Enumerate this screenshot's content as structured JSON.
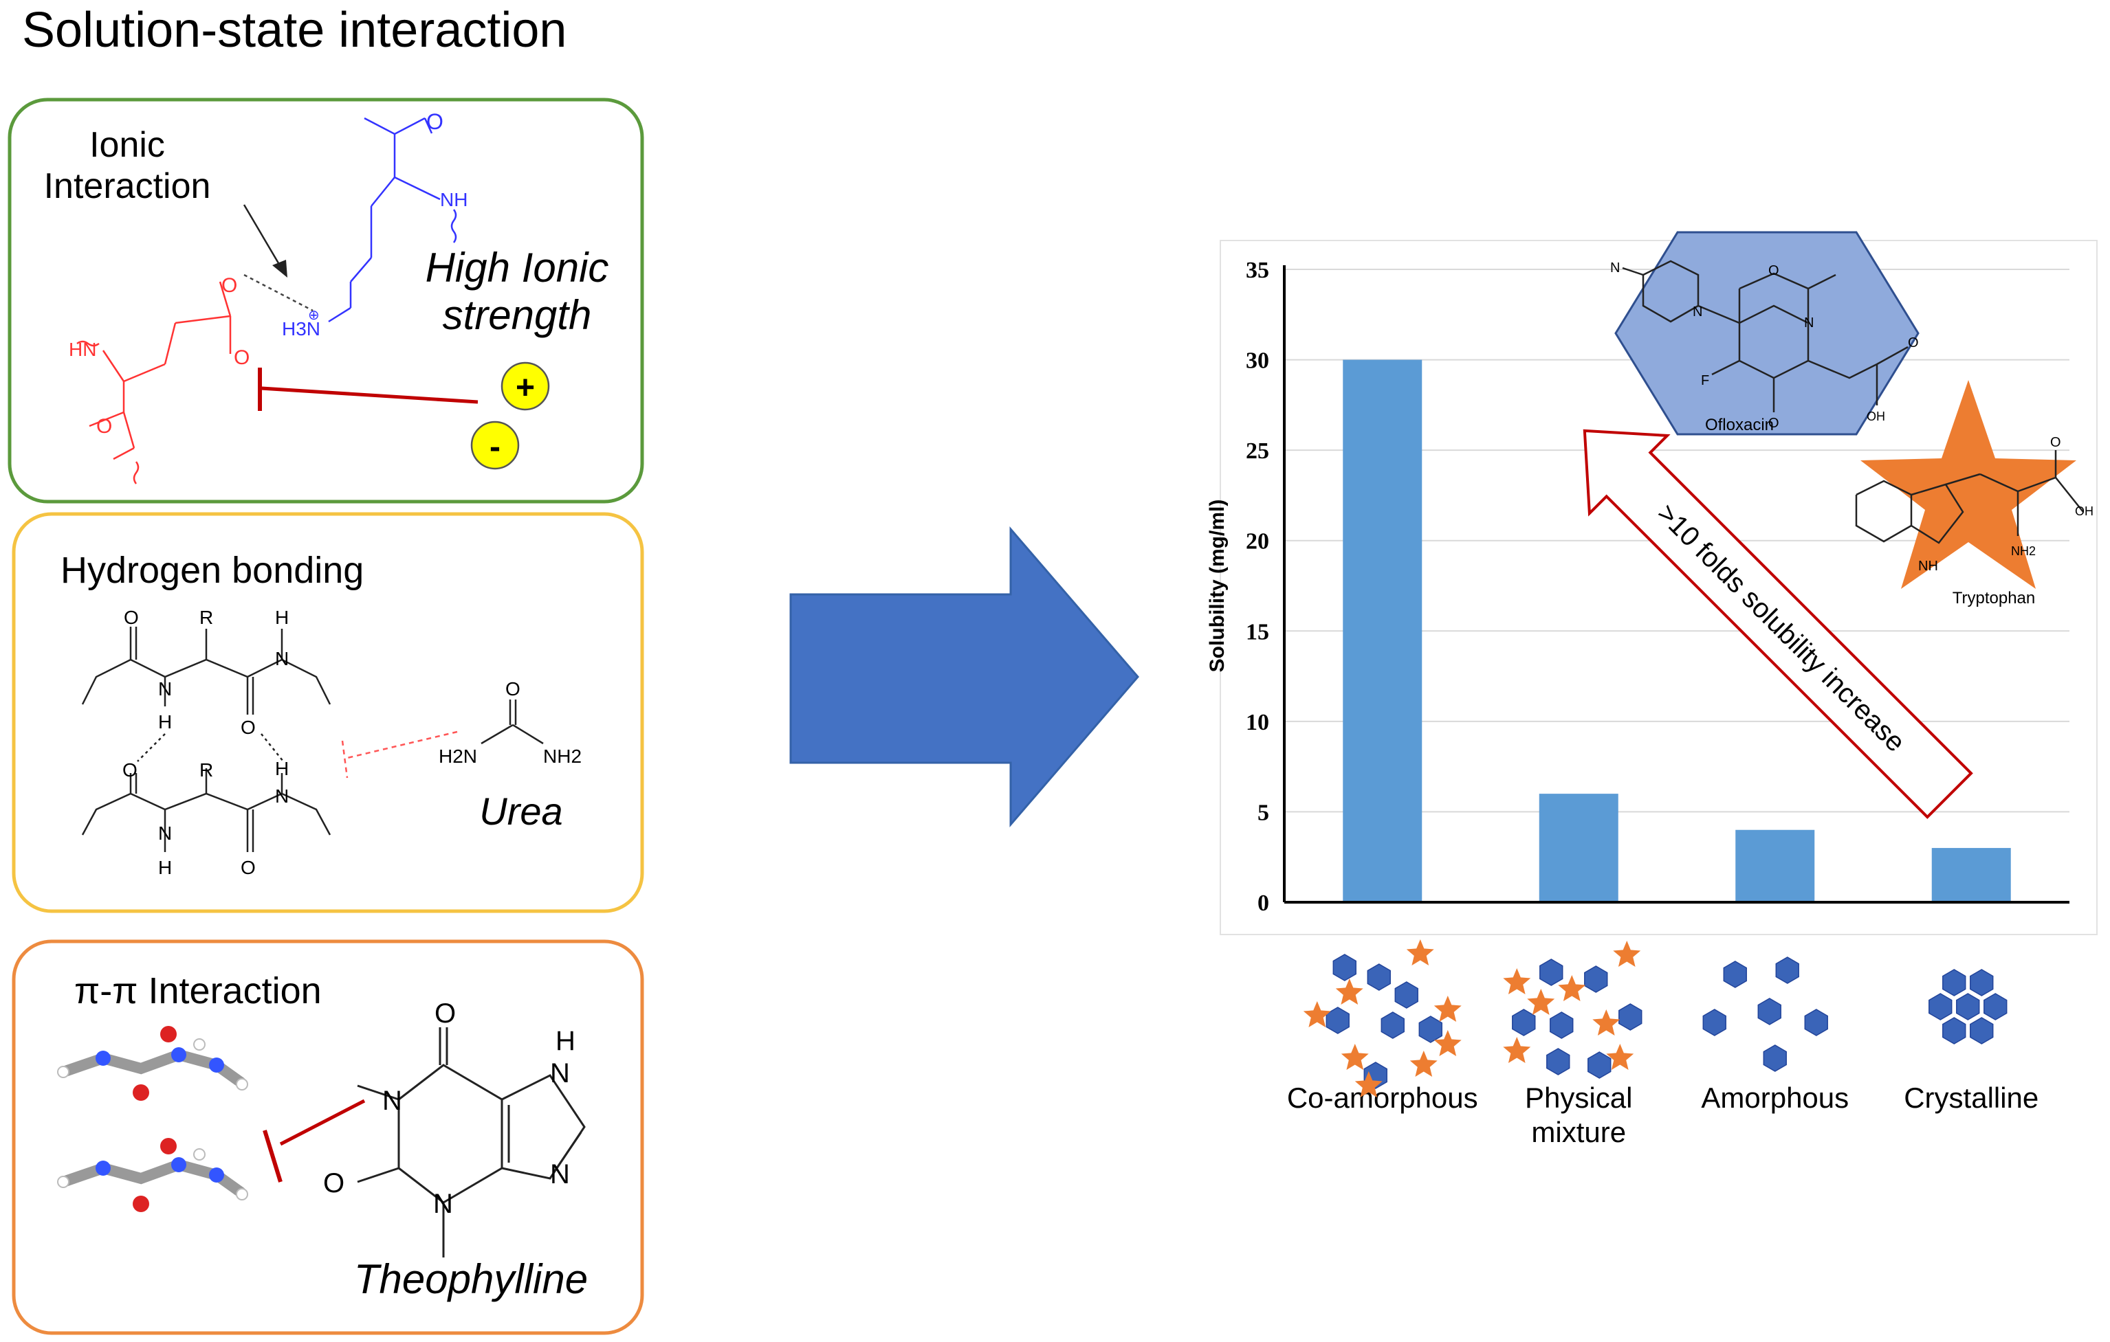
{
  "page_title": "Solution-state interaction",
  "ionic_panel": {
    "label": "Ionic\nInteraction",
    "condition": "High Ionic\nstrength",
    "plus_sign": "+",
    "minus_sign": "-",
    "atom_labels": {
      "o_minus": "O",
      "nh_red": "HN",
      "nh3": "H3N",
      "nh_blue": "NH",
      "o_top": "O",
      "o_red_mid": "O",
      "o_red_bottom": "O"
    },
    "colors": {
      "frame": "#5b9a3c",
      "positive_chain": "#3333ff",
      "negative_chain": "#ff3333",
      "ion_fill": "#ffff00",
      "inhibit_line": "#c00000"
    }
  },
  "hbond_panel": {
    "label": "Hydrogen bonding",
    "reagent": "Urea",
    "atom_labels": {
      "o": "O",
      "n": "N",
      "h": "H",
      "r": "R",
      "h2n": "H2N",
      "nh2": "NH2"
    },
    "colors": {
      "frame": "#f5c342"
    }
  },
  "pipi_panel": {
    "label": "π-π Interaction",
    "reagent": "Theophylline",
    "atom_labels": {
      "o": "O",
      "n": "N",
      "h": "H"
    },
    "colors": {
      "frame": "#ed8b3f"
    }
  },
  "arrow_color": "#4472c4",
  "chart_data": {
    "type": "bar",
    "categories": [
      "Co-amorphous",
      "Physical\nmixture",
      "Amorphous",
      "Crystalline"
    ],
    "values": [
      30,
      6,
      4,
      3
    ],
    "ylabel": "Solubility (mg/ml)",
    "ylim": [
      0,
      35
    ],
    "yticks": [
      0,
      5,
      10,
      15,
      20,
      25,
      30,
      35
    ],
    "grid": true,
    "bar_color": "#5b9bd5",
    "annotation": ">10 folds solubility increase",
    "annotation_color": "#c00000",
    "molecules": {
      "drug": "Ofloxacin",
      "coformer": "Tryptophan"
    },
    "molecule_labels": {
      "f": "F",
      "o": "O",
      "n": "N",
      "oh": "OH",
      "nh": "NH",
      "nh2": "NH2"
    },
    "drug_color": "#8faadc",
    "coformer_color": "#ed7d31"
  }
}
